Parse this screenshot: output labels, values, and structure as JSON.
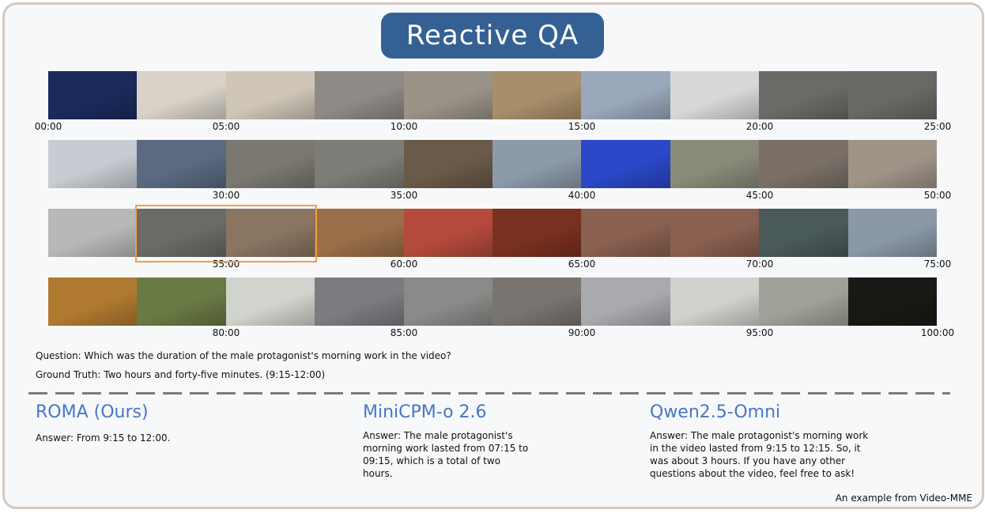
{
  "title": "Reactive QA",
  "timeline": {
    "rows": [
      {
        "ticks": [
          "00:00",
          "05:00",
          "10:00",
          "15:00",
          "20:00",
          "25:00"
        ],
        "frames": [
          "#1b2a5c",
          "#d8d2c8",
          "#cfc6b8",
          "#8e8a86",
          "#9a9488",
          "#a88e6a",
          "#9aa8bc",
          "#d8d8d8",
          "#6c6a66",
          "#6a6864"
        ]
      },
      {
        "ticks": [
          "30:00",
          "35:00",
          "40:00",
          "45:00",
          "50:00"
        ],
        "frames": [
          "#c8ccd2",
          "#5a6a80",
          "#7a7870",
          "#7e7c76",
          "#6a5a48",
          "#8c9aaa",
          "#2a48c8",
          "#8a8a7a",
          "#7a7068",
          "#a09488"
        ]
      },
      {
        "ticks": [
          "55:00",
          "60:00",
          "65:00",
          "70:00",
          "75:00"
        ],
        "frames": [
          "#b8b8b8",
          "#6a6a66",
          "#8a7462",
          "#9a6e48",
          "#b44a3c",
          "#7a3020",
          "#8a6050",
          "#8a6050",
          "#4a5a58",
          "#8a98a8"
        ]
      },
      {
        "ticks": [
          "80:00",
          "85:00",
          "90:00",
          "95:00",
          "100:00"
        ],
        "frames": [
          "#b07a30",
          "#6a7a44",
          "#d0d4cc",
          "#7a7c80",
          "#8a8a88",
          "#7a7470",
          "#a8aab0",
          "#d0d0cc",
          "#a0a098",
          "#1a1814"
        ]
      }
    ],
    "highlight_label": "Highlighted segment (55:00)"
  },
  "question": "Question: Which was the duration of the male protagonist's morning work in the video?",
  "ground_truth": "Ground Truth: Two hours and forty-five minutes. (9:15-12:00)",
  "models": [
    {
      "name": "ROMA (Ours)",
      "answer": "Answer: From 9:15 to 12:00."
    },
    {
      "name": "MiniCPM-o 2.6",
      "answer": "Answer: The male protagonist's morning work lasted from 07:15 to 09:15, which is a total of two hours."
    },
    {
      "name": "Qwen2.5-Omni",
      "answer": "Answer: The male protagonist's morning work in the video lasted from 9:15 to 12:15. So, it was about 3 hours. If you have any other questions about the video, feel free to ask!"
    }
  ],
  "source_note": "An example from Video-MME",
  "colors": {
    "title_bg": "#356093",
    "model_name": "#4677c6",
    "highlight": "#f0a040",
    "frame_border": "#d6c8be"
  }
}
